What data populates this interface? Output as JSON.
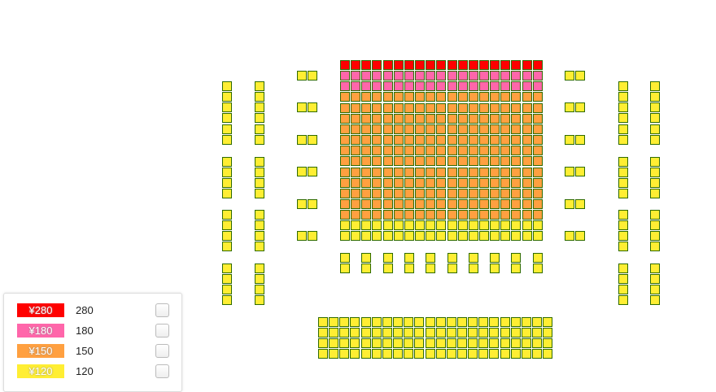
{
  "colors": {
    "280": "#ff0000",
    "180": "#ff66aa",
    "150": "#ffa040",
    "120": "#ffee33",
    "border": "#2f6b00"
  },
  "legend": [
    {
      "tag": "¥280",
      "value": "280",
      "color": "#ff0000",
      "checked": false
    },
    {
      "tag": "¥180",
      "value": "180",
      "color": "#ff66aa",
      "checked": false
    },
    {
      "tag": "¥150",
      "value": "150",
      "color": "#ffa040",
      "checked": false
    },
    {
      "tag": "¥120",
      "value": "120",
      "color": "#ffee33",
      "checked": false
    }
  ],
  "sections": {
    "center": {
      "cols": 19,
      "row_prices": [
        280,
        180,
        180,
        150,
        150,
        150,
        150,
        150,
        150,
        150,
        150,
        150,
        150,
        150,
        150,
        120,
        120
      ]
    },
    "center_front_pairs": {
      "pairs": 10,
      "rows": 2,
      "price": 120
    },
    "left_outer": {
      "groups": [
        6,
        4,
        4,
        4
      ],
      "price": 120
    },
    "left_inner": {
      "groups": [
        6,
        4,
        4,
        4
      ],
      "price": 120
    },
    "left_boxes": {
      "count": 6,
      "seats_each": 2,
      "price": 120
    },
    "right_boxes": {
      "count": 6,
      "seats_each": 2,
      "price": 120
    },
    "right_inner": {
      "groups": [
        6,
        4,
        4,
        4
      ],
      "price": 120
    },
    "right_outer": {
      "groups": [
        6,
        4,
        4,
        4
      ],
      "price": 120
    },
    "rear": {
      "cols": 22,
      "rows": 4,
      "price": 120
    }
  }
}
